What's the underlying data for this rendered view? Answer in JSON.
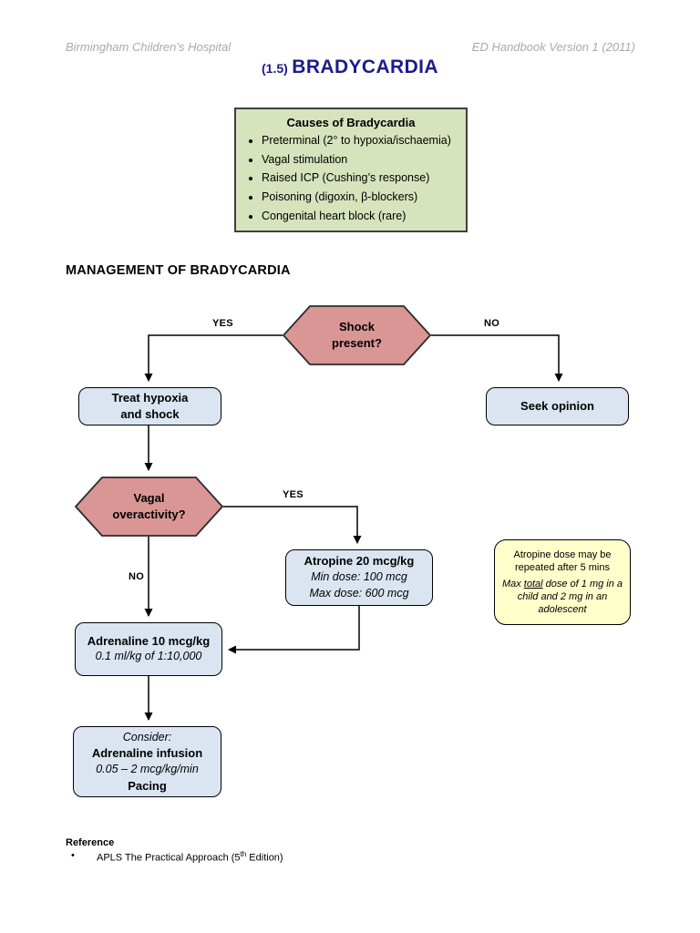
{
  "colors": {
    "title_navy": "#1c1c8a",
    "header_gray": "#a9a9a9",
    "causes_green": "#d6e3bc",
    "node_blue": "#dbe5f1",
    "hexagon_pink": "#d99694",
    "note_yellow": "#ffffcc"
  },
  "header": {
    "left": "Birmingham Children’s Hospital",
    "right": "ED Handbook Version 1 (2011)"
  },
  "title": {
    "number": "(1.5)",
    "text": "BRADYCARDIA"
  },
  "causes_box": {
    "title": "Causes of Bradycardia",
    "items": [
      "Preterminal (2° to hypoxia/ischaemia)",
      "Vagal stimulation",
      "Raised ICP (Cushing’s response)",
      "Poisoning (digoxin, β-blockers)",
      "Congenital heart block (rare)"
    ]
  },
  "section_heading": "MANAGEMENT OF BRADYCARDIA",
  "flowchart": {
    "labels": {
      "yes": "YES",
      "no": "NO"
    },
    "shock_decision": {
      "line1": "Shock",
      "line2": "present?"
    },
    "treat_box": {
      "line1": "Treat hypoxia",
      "line2": "and shock"
    },
    "seek_box": {
      "label": "Seek opinion"
    },
    "vagal_decision": {
      "line1": "Vagal",
      "line2": "overactivity?"
    },
    "atropine_box": {
      "title": "Atropine 20 mcg/kg",
      "min_dose": "Min dose: 100 mcg",
      "max_dose": "Max dose: 600 mcg"
    },
    "adrenaline_box": {
      "title": "Adrenaline 10 mcg/kg",
      "detail": "0.1 ml/kg of 1:10,000"
    },
    "consider_box": {
      "heading": "Consider:",
      "option1": "Adrenaline infusion",
      "detail": "0.05 – 2 mcg/kg/min",
      "option2": "Pacing"
    },
    "note_box": {
      "line1": "Atropine dose may be repeated after 5 mins",
      "italic_pre": "Max ",
      "italic_underlined": "total",
      "italic_post": " dose of 1 mg in a child and 2 mg in an adolescent"
    }
  },
  "reference": {
    "heading": "Reference",
    "item_pre": "APLS The Practical Approach (5",
    "item_sup": "th",
    "item_post": " Edition)"
  }
}
